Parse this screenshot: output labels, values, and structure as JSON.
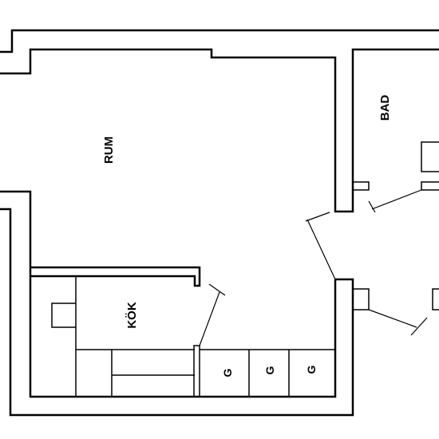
{
  "rooms": {
    "living": "RUM",
    "bath": "BAD",
    "kitchen": "KÖK"
  },
  "kitchen_units": [
    "G",
    "G",
    "G"
  ]
}
